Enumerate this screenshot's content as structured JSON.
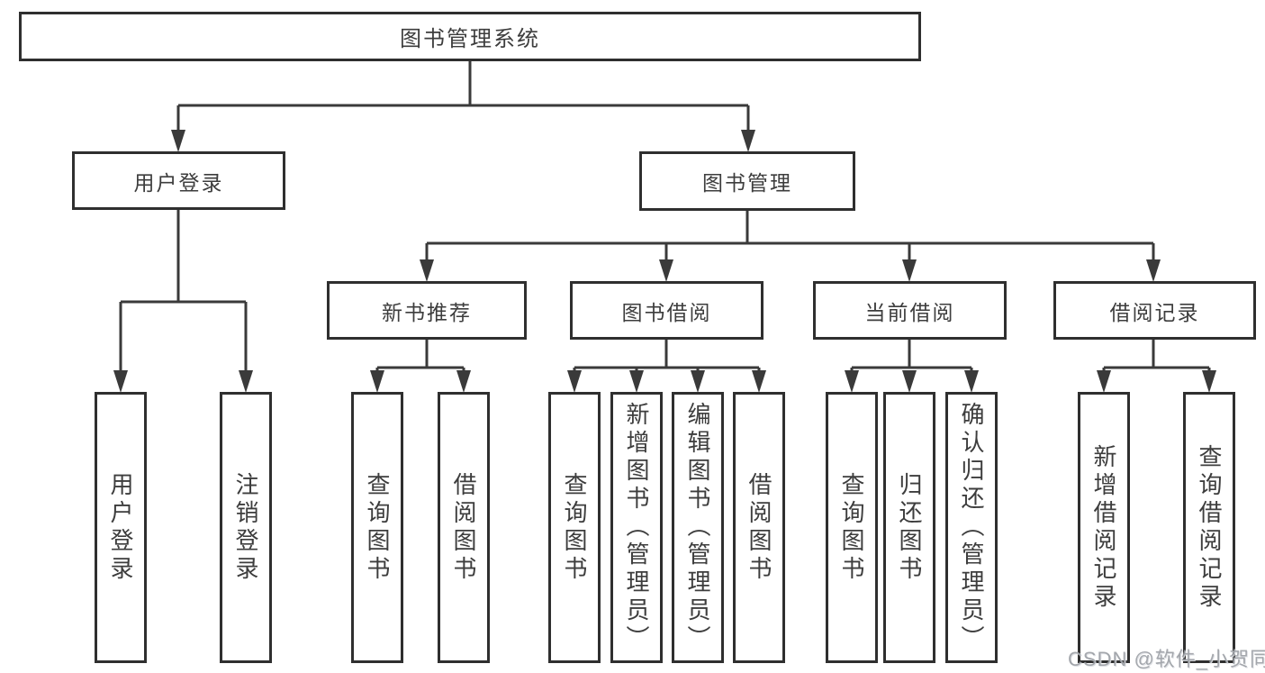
{
  "diagram": {
    "root": {
      "label": "图书管理系统"
    },
    "branches": [
      {
        "label": "用户登录",
        "children": [
          {
            "label": "用户登录"
          },
          {
            "label": "注销登录"
          }
        ]
      },
      {
        "label": "图书管理",
        "children": [
          {
            "label": "新书推荐",
            "children": [
              {
                "label": "查询图书"
              },
              {
                "label": "借阅图书"
              }
            ]
          },
          {
            "label": "图书借阅",
            "children": [
              {
                "label": "查询图书"
              },
              {
                "label": "新增图书（管理员）"
              },
              {
                "label": "编辑图书（管理员）"
              },
              {
                "label": "借阅图书"
              }
            ]
          },
          {
            "label": "当前借阅",
            "children": [
              {
                "label": "查询图书"
              },
              {
                "label": "归还图书"
              },
              {
                "label": "确认归还（管理员）"
              }
            ]
          },
          {
            "label": "借阅记录",
            "children": [
              {
                "label": "新增借阅记录"
              },
              {
                "label": "查询借阅记录"
              }
            ]
          }
        ]
      }
    ]
  },
  "watermark": {
    "text": "CSDN @软件_小贺同学"
  },
  "colors": {
    "line": "#3a3a3a",
    "box_border": "#2f2f2f",
    "text": "#3d3d3d",
    "background": "#ffffff",
    "watermark": "#969aa0"
  }
}
